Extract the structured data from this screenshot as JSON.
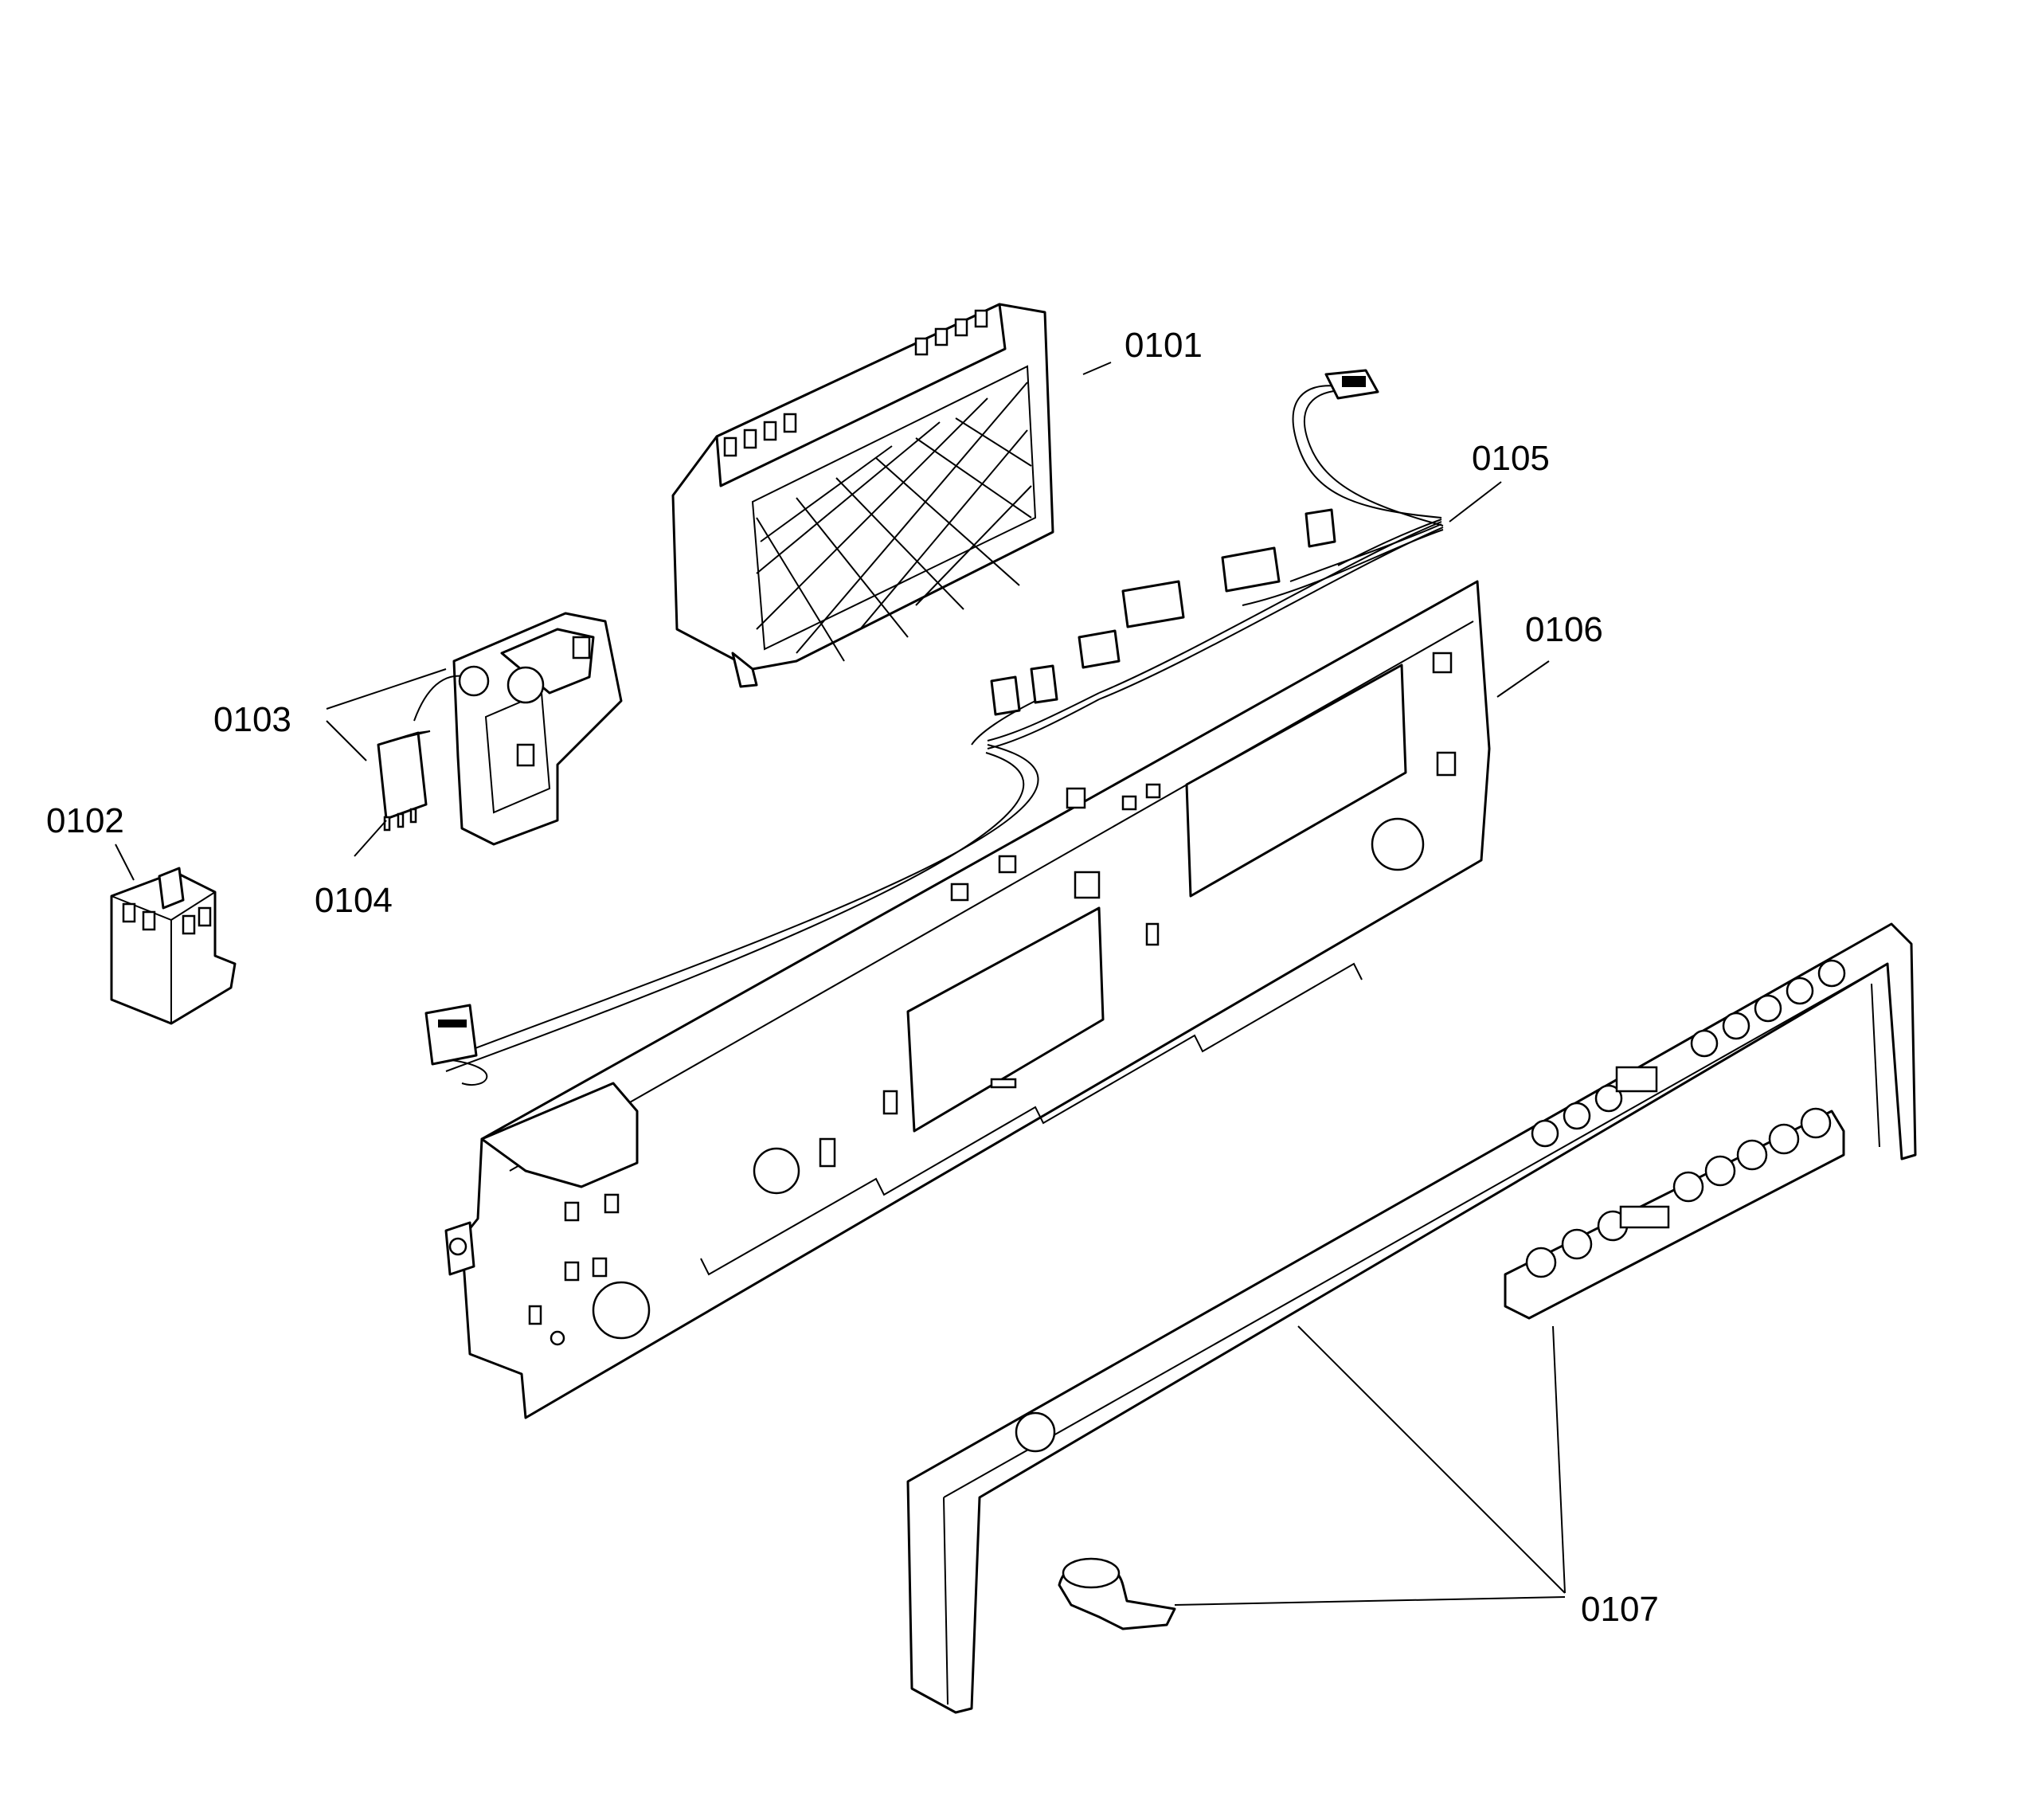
{
  "colors": {
    "line": "#000000",
    "background": "#ffffff"
  },
  "callouts": {
    "p0101": "0101",
    "p0102": "0102",
    "p0103": "0103",
    "p0104": "0104",
    "p0105": "0105",
    "p0106": "0106",
    "p0107": "0107"
  }
}
